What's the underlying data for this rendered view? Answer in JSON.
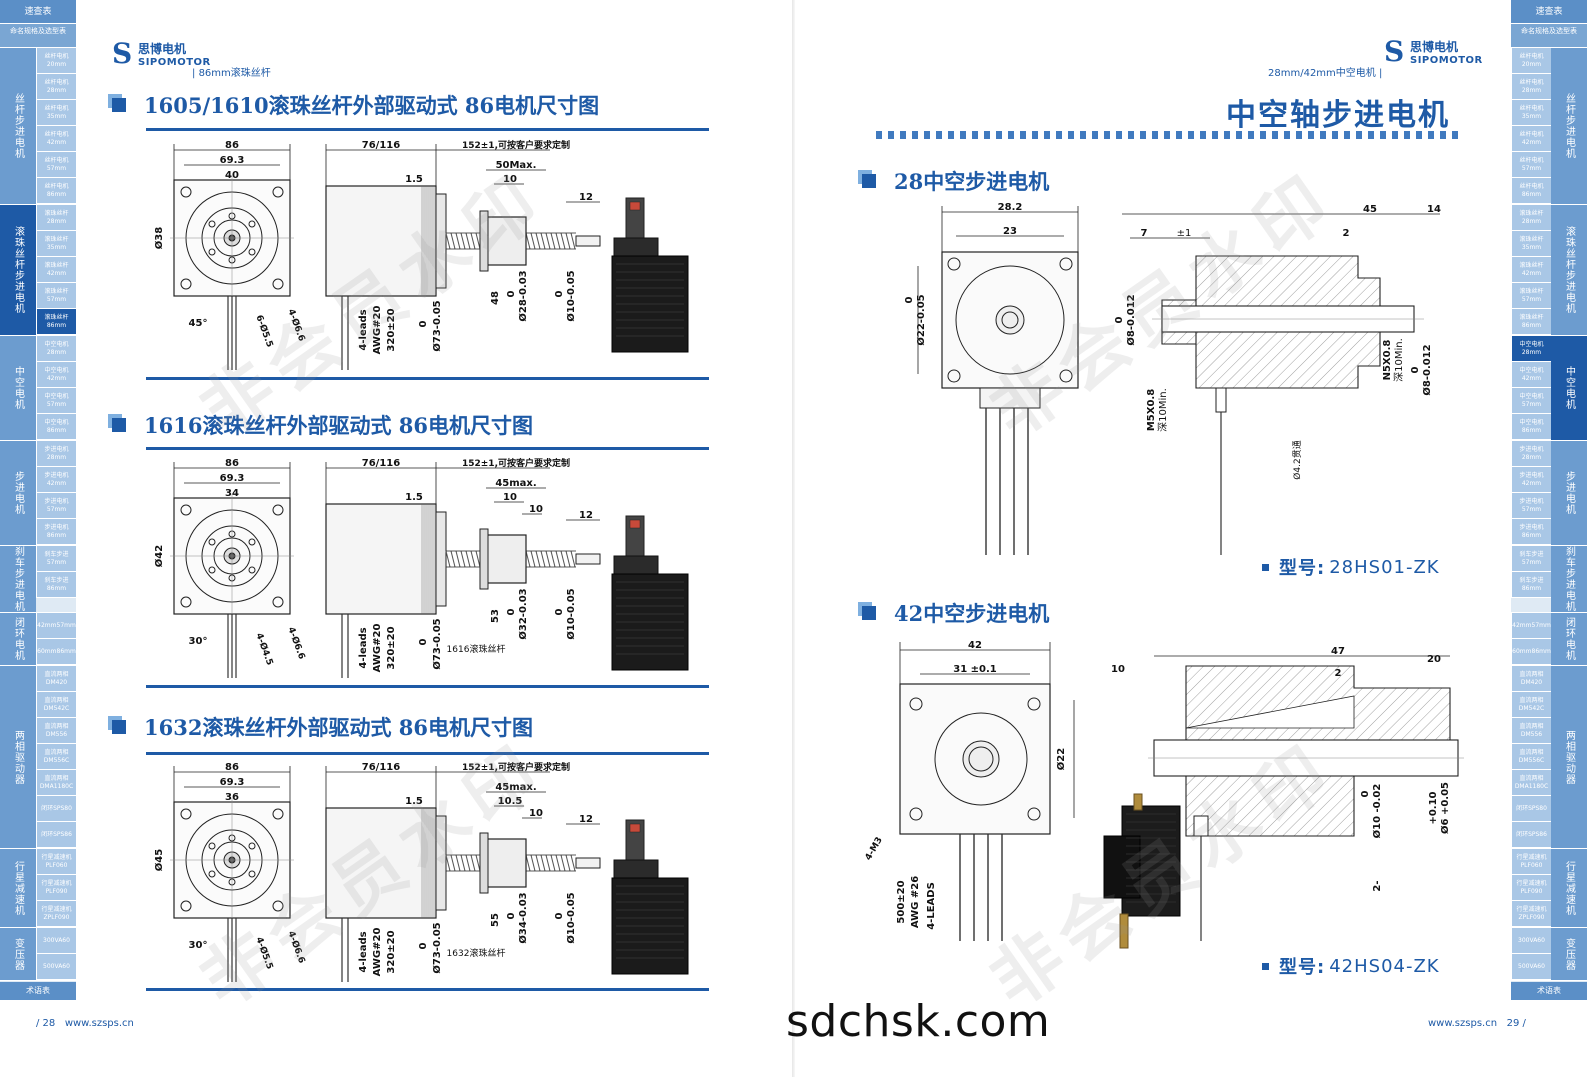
{
  "sidebar": {
    "header": "速查表",
    "sub": "命名规格及选型表",
    "footer": "术语表",
    "groups": [
      {
        "label": "丝杆步进电机",
        "items": [
          "丝杆电机20mm",
          "丝杆电机28mm",
          "丝杆电机35mm",
          "丝杆电机42mm",
          "丝杆电机57mm",
          "丝杆电机86mm"
        ]
      },
      {
        "label": "滚珠丝杆步进电机",
        "items": [
          "滚珠丝杆28mm",
          "滚珠丝杆35mm",
          "滚珠丝杆42mm",
          "滚珠丝杆57mm",
          "滚珠丝杆86mm"
        ]
      },
      {
        "label": "中空电机",
        "items": [
          "中空电机28mm",
          "中空电机42mm",
          "中空电机57mm",
          "中空电机86mm"
        ]
      },
      {
        "label": "步进电机",
        "items": [
          "步进电机28mm",
          "步进电机42mm",
          "步进电机57mm",
          "步进电机86mm"
        ]
      },
      {
        "label": "刹车步进电机",
        "items": [
          "刹车步进57mm",
          "刹车步进86mm"
        ]
      },
      {
        "label": "闭环电机",
        "items": [
          "42mm57mm",
          "60mm86mm"
        ]
      },
      {
        "label": "两相驱动器",
        "items": [
          "直流两相DM420",
          "直流两相DM542C",
          "直流两相DM556",
          "直流两相DM556C",
          "直流两相DMA1180C",
          "闭环SPS80",
          "闭环SPS86"
        ]
      },
      {
        "label": "行星减速机",
        "items": [
          "行星减速机PLF060",
          "行星减速机PLF090",
          "行星减速机ZPLF090"
        ]
      },
      {
        "label": "变压器",
        "items": [
          "300VA60",
          "500VA60"
        ]
      }
    ]
  },
  "left_page": {
    "logo_cn": "思博电机",
    "logo_en": "SIPOMOTOR",
    "crumb": "86mm滚珠丝杆",
    "sections": [
      {
        "title": "1605/1610滚珠丝杆外部驱动式  86电机尺寸图",
        "dims": {
          "w1": "86",
          "w2": "69.3",
          "w3": "40",
          "dia": "Ø38",
          "ang": "45°",
          "hole": "4-Ø6.6",
          "hole2": "6-Ø5.5",
          "len": "76/116",
          "len2": "152±1,可按客户要求定制",
          "a": "1.5",
          "b": "50Max.",
          "c": "10",
          "d": "12",
          "e": "48",
          "f": "Ø28-0.03",
          "f0": "0",
          "g": "Ø10-0.05",
          "g0": "0",
          "h": "Ø73-0.05",
          "h0": "0",
          "lead": "4-leads",
          "awg": "AWG#20",
          "wire": "320±20"
        }
      },
      {
        "title": "1616滚珠丝杆外部驱动式  86电机尺寸图",
        "dims": {
          "w1": "86",
          "w2": "69.3",
          "w3": "34",
          "dia": "Ø42",
          "ang": "30°",
          "hole": "4-Ø6.6",
          "hole2": "4-Ø4.5",
          "len": "76/116",
          "len2": "152±1,可按客户要求定制",
          "a": "1.5",
          "b": "45max.",
          "c": "10",
          "c2": "10",
          "d": "12",
          "e": "53",
          "f": "Ø32-0.03",
          "f0": "0",
          "g": "Ø10-0.05",
          "g0": "0",
          "h": "Ø73-0.05",
          "h0": "0",
          "lead": "4-leads",
          "awg": "AWG#20",
          "wire": "320±20",
          "note": "1616滚珠丝杆"
        }
      },
      {
        "title": "1632滚珠丝杆外部驱动式  86电机尺寸图",
        "dims": {
          "w1": "86",
          "w2": "69.3",
          "w3": "36",
          "dia": "Ø45",
          "ang": "30°",
          "hole": "4-Ø6.6",
          "hole2": "4-Ø5.5",
          "len": "76/116",
          "len2": "152±1,可按客户要求定制",
          "a": "1.5",
          "b": "45max.",
          "c": "10.5",
          "c2": "10",
          "d": "12",
          "e": "55",
          "f": "Ø34-0.03",
          "f0": "0",
          "g": "Ø10-0.05",
          "g0": "0",
          "h": "Ø73-0.05",
          "h0": "0",
          "lead": "4-leads",
          "awg": "AWG#20",
          "wire": "320±20",
          "note": "1632滚珠丝杆"
        }
      }
    ],
    "footer_page": "/ 28",
    "footer_site": "www.szsps.cn"
  },
  "right_page": {
    "logo_cn": "思博电机",
    "logo_en": "SIPOMOTOR",
    "crumb": "28mm/42mm中空电机",
    "big_title": "中空轴步进电机",
    "sections": [
      {
        "title": "28中空步进电机",
        "model_label": "型号:",
        "model": "28HS01-ZK",
        "dims": {
          "w1": "28.2",
          "w2": "23",
          "dia": "Ø22-0.05",
          "dia0": "0",
          "l1": "45",
          "l2": "14",
          "l3": "7",
          "l4": "±1",
          "l5": "2",
          "bore": "Ø8-0.012",
          "bore0": "0",
          "bore2": "Ø8-0.012",
          "bore20": "0",
          "m1": "M5X0.8",
          "m1b": "深10Min.",
          "m2": "N5X0.8",
          "m2b": "深10Min.",
          "hole": "Ø4.2贯通"
        }
      },
      {
        "title": "42中空步进电机",
        "model_label": "型号:",
        "model": "42HS04-ZK",
        "dims": {
          "w1": "42",
          "w2": "31 ±0.1",
          "dia": "Ø22",
          "m": "4-M3",
          "wire": "500±20",
          "awg": "AWG #26",
          "leads": "4-LEADS",
          "l1": "47",
          "l2": "20",
          "l3": "10",
          "l4": "2",
          "bore": "Ø10 -0.02",
          "bore0": "0",
          "bore2": "Ø6 +0.05",
          "bore20": "+0.10",
          "twodash": "2-"
        }
      }
    ],
    "footer_page": "29 /",
    "footer_site": "www.szsps.cn"
  },
  "site_mark": "sdchsk.com",
  "watermark": "非会员水印"
}
